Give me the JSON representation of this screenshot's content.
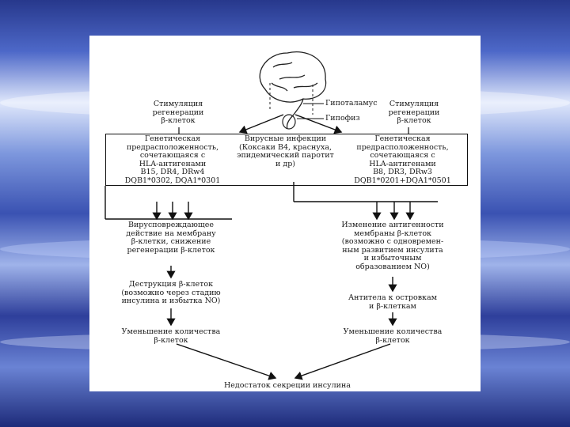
{
  "diagram": {
    "top_left_label": [
      "Стимуляция",
      "регенерации",
      "β-клеток"
    ],
    "top_right_label": [
      "Стимуляция",
      "регенерации",
      "β-клеток"
    ],
    "hypothalamus_label": "Гипоталамус",
    "pituitary_label": "Гипофиз",
    "box_left": [
      "Генетическая",
      "предрасположенность,",
      "сочетающаяся с",
      "HLA-антигенами",
      "B15, DR4, DRw4",
      "DQB1*0302, DQA1*0301"
    ],
    "box_middle": [
      "Вирусные инфекции",
      "(Коксаки B4, краснуха,",
      "эпидемический паротит",
      "и др)"
    ],
    "box_right": [
      "Генетическая",
      "предрасположенность,",
      "сочетающаяся с",
      "HLA-антигенами",
      "B8, DR3, DRw3",
      "DQB1*0201+DQA1*0501"
    ],
    "left_chain": [
      [
        "Вирусповреждающее",
        "действие на мембрану",
        "β-клетки, снижение",
        "регенерации β-клеток"
      ],
      [
        "Деструкция β-клеток",
        "(возможно через стадию",
        "инсулина и избытка NO)"
      ],
      [
        "Уменьшение количества",
        "β-клеток"
      ]
    ],
    "right_chain": [
      [
        "Изменение антигенности",
        "мембраны β-клеток",
        "(возможно с одновремен-",
        "ным развитием инсулита",
        "и избыточным",
        "образованием NO)"
      ],
      [
        "Антитела к островкам",
        "и β-клеткам"
      ],
      [
        "Уменьшение количества",
        "β-клеток"
      ]
    ],
    "bottom_label": "Недостаток секреции инсулина"
  }
}
